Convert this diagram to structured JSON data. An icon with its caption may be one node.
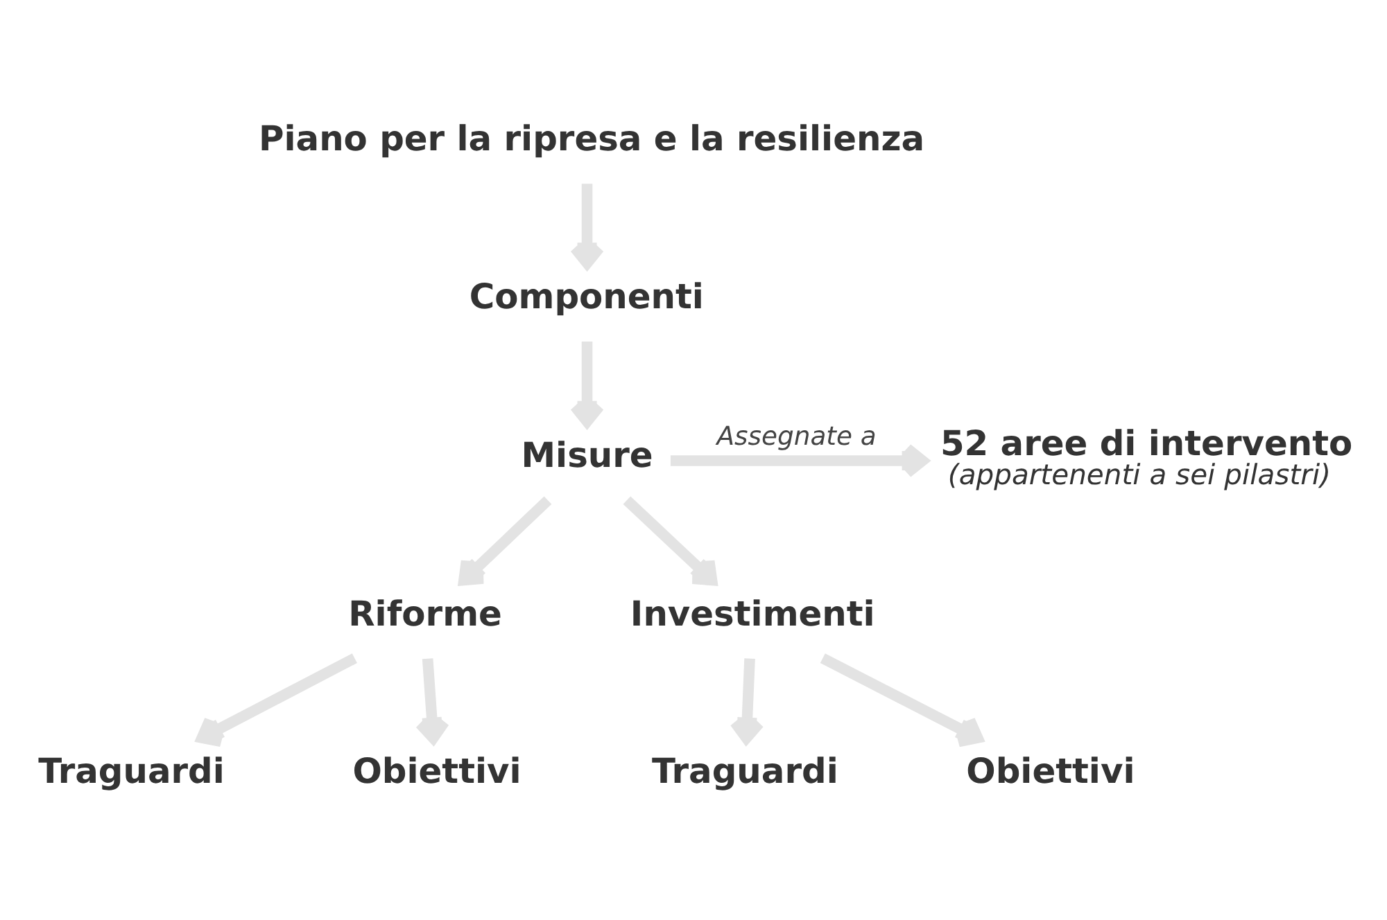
{
  "diagram": {
    "nodes": [
      {
        "text": [
          "Piano per la ripresa e la resilienza"
        ]
      },
      {
        "text": [
          "Componenti"
        ]
      },
      {
        "text": [
          "Misure"
        ]
      },
      {
        "text": [
          "52 aree di intervento",
          "(appartenenti a sei pilastri)"
        ]
      },
      {
        "text": [
          "Riforme"
        ]
      },
      {
        "text": [
          "Investimenti"
        ]
      },
      {
        "text": [
          "Traguardi"
        ]
      },
      {
        "text": [
          "Obiettivi"
        ]
      },
      {
        "text": [
          "Traguardi"
        ]
      },
      {
        "text": [
          "Obiettivi"
        ]
      }
    ],
    "edges": [
      {
        "from": 0,
        "to": 1,
        "arrow": "to"
      },
      {
        "from": 1,
        "to": 2,
        "arrow": "to"
      },
      {
        "from": 2,
        "to": 3,
        "arrow": "to",
        "label": "Assegnate a"
      },
      {
        "from": 2,
        "to": 4,
        "arrow": "to"
      },
      {
        "from": 2,
        "to": 5,
        "arrow": "to"
      },
      {
        "from": 4,
        "to": 6,
        "arrow": "to"
      },
      {
        "from": 4,
        "to": 7,
        "arrow": "to"
      },
      {
        "from": 5,
        "to": 8,
        "arrow": "to"
      },
      {
        "from": 5,
        "to": 9,
        "arrow": "to"
      }
    ]
  }
}
